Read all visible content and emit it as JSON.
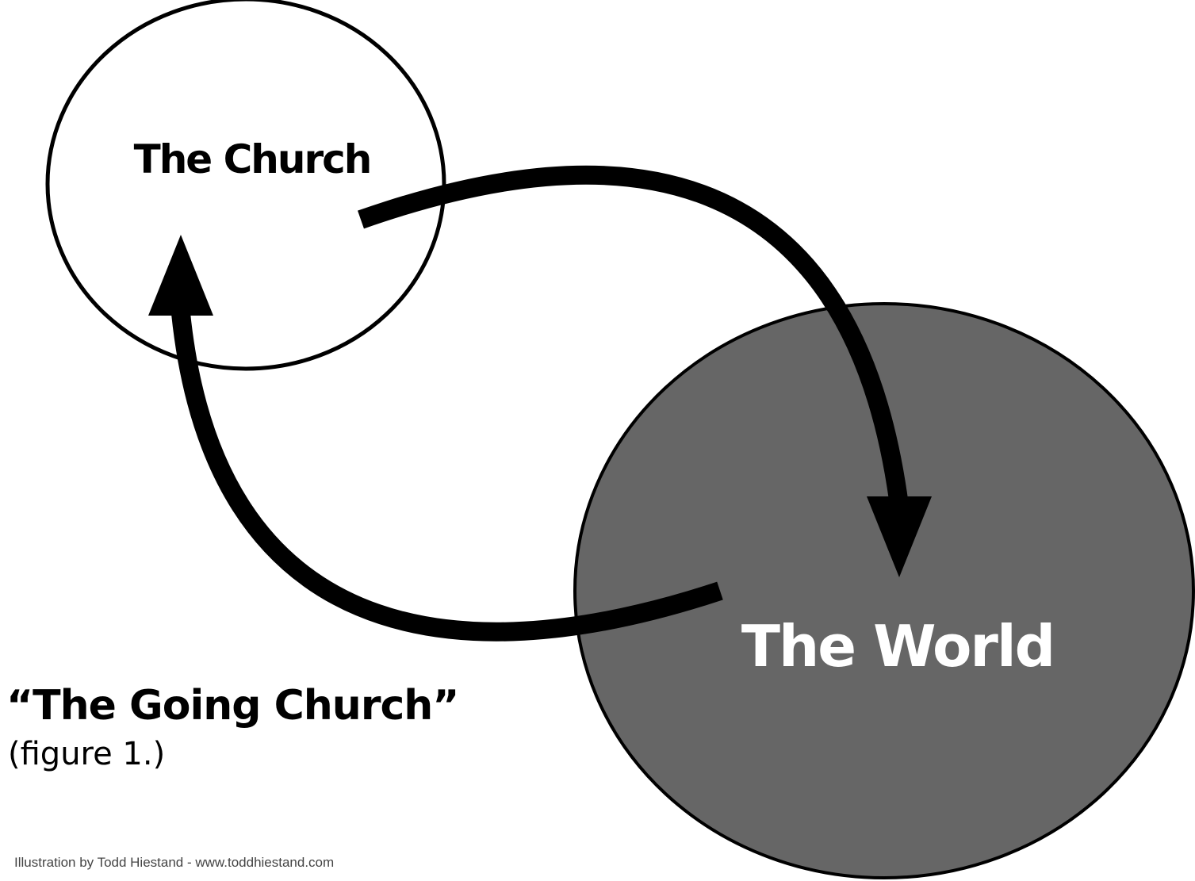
{
  "diagram": {
    "nodes": {
      "church": {
        "label": "The Church",
        "fill": "#ffffff",
        "stroke": "#000000",
        "text_color": "#000000"
      },
      "world": {
        "label": "The World",
        "fill": "#666666",
        "stroke": "#000000",
        "text_color": "#ffffff"
      }
    },
    "edges": [
      {
        "from": "The Church",
        "to": "The World",
        "color": "#000000"
      },
      {
        "from": "The World",
        "to": "The Church",
        "color": "#000000"
      }
    ],
    "title": "“The Going Church”",
    "caption": "(figure 1.)",
    "credit": "Illustration by Todd Hiestand - www.toddhiestand.com"
  }
}
